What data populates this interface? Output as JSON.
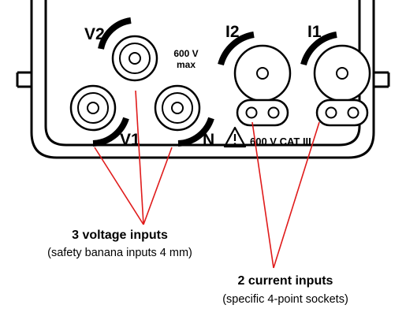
{
  "panel": {
    "voltage_rating_line1": "600 V",
    "voltage_rating_line2": "max",
    "category_rating": "600 V CAT III",
    "terminals": {
      "v2": "V2",
      "v1": "V1",
      "n": "N",
      "i2": "I2",
      "i1": "I1"
    }
  },
  "callouts": {
    "voltage_title": "3 voltage inputs",
    "voltage_subtitle": "(safety banana inputs 4 mm)",
    "current_title": "2 current inputs",
    "current_subtitle": "(specific 4-point sockets)"
  },
  "colors": {
    "leader_lines": "#e01b1b",
    "outline": "#000000",
    "background": "#ffffff"
  },
  "icons": [
    "warning-triangle-icon"
  ]
}
